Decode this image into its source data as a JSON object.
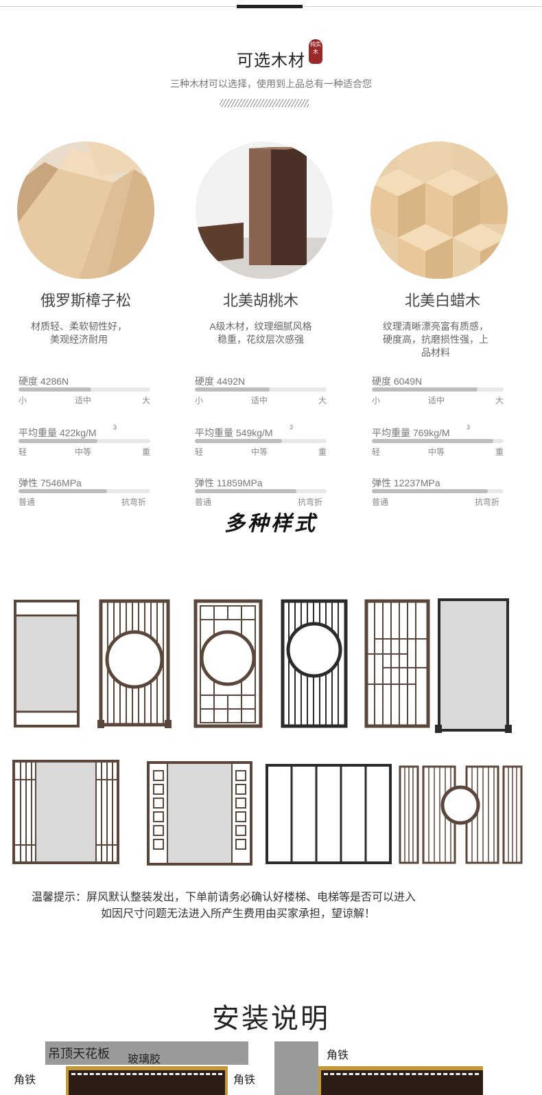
{
  "header": {
    "title": "可选木材",
    "seal_text": "纯实木",
    "subtitle": "三种木材可以选择，使用到上品总有一种适合您"
  },
  "woods": [
    {
      "name": "俄罗斯樟子松",
      "desc_lines": [
        "材质轻、柔软韧性好，",
        "美观经济耐用"
      ],
      "hardness": {
        "label": "硬度 4286N",
        "level": 0.55,
        "scale": [
          "小",
          "适中",
          "大"
        ]
      },
      "weight": {
        "label": "平均重量 422kg/M",
        "sup": "3",
        "level": 0.6,
        "scale": [
          "轻",
          "中等",
          "重"
        ]
      },
      "elastic": {
        "label": "弹性 7546MPa",
        "level": 0.67,
        "scale": [
          "普通",
          "抗弯折"
        ]
      }
    },
    {
      "name": "北美胡桃木",
      "desc_lines": [
        "A级木材，纹理细腻风格",
        "稳重，花纹层次感强"
      ],
      "hardness": {
        "label": "硬度 4492N",
        "level": 0.57,
        "scale": [
          "小",
          "适中",
          "大"
        ]
      },
      "weight": {
        "label": "平均重量 549kg/M",
        "sup": "3",
        "level": 0.66,
        "scale": [
          "轻",
          "中等",
          "重"
        ]
      },
      "elastic": {
        "label": "弹性 11859MPa",
        "level": 0.77,
        "scale": [
          "普通",
          "抗弯折"
        ]
      }
    },
    {
      "name": "北美白蜡木",
      "desc_lines": [
        "纹理清晰漂亮富有质感，",
        "硬度高，抗磨损性强，上",
        "品材料"
      ],
      "hardness": {
        "label": "硬度 6049N",
        "level": 0.8,
        "scale": [
          "小",
          "适中",
          "大"
        ]
      },
      "weight": {
        "label": "平均重量 769kg/M",
        "sup": "3",
        "level": 0.92,
        "scale": [
          "轻",
          "中等",
          "重"
        ]
      },
      "elastic": {
        "label": "弹性 12237MPa",
        "level": 0.88,
        "scale": [
          "普通",
          "抗弯折"
        ]
      }
    }
  ],
  "styles": {
    "title": "多种样式"
  },
  "notice": {
    "line1": "温馨提示：屏风默认整装发出，下单前请务必确认好楼梯、电梯等是否可以进入",
    "line2": "如因尺寸问题无法进入所产生费用由买家承担，望谅解！"
  },
  "install": {
    "title": "安装说明",
    "diagram": {
      "ceiling_label": "吊顶天花板",
      "glue_label": "玻璃胶",
      "left_bracket_label": "角铁",
      "right_bracket_label": "角铁",
      "bracket_label_2": "角铁"
    }
  },
  "colors": {
    "frame": "#5a463a",
    "frame_dark": "#2b2b2b",
    "panel": "#d9d9d9",
    "seal": "#9a2a2a"
  }
}
